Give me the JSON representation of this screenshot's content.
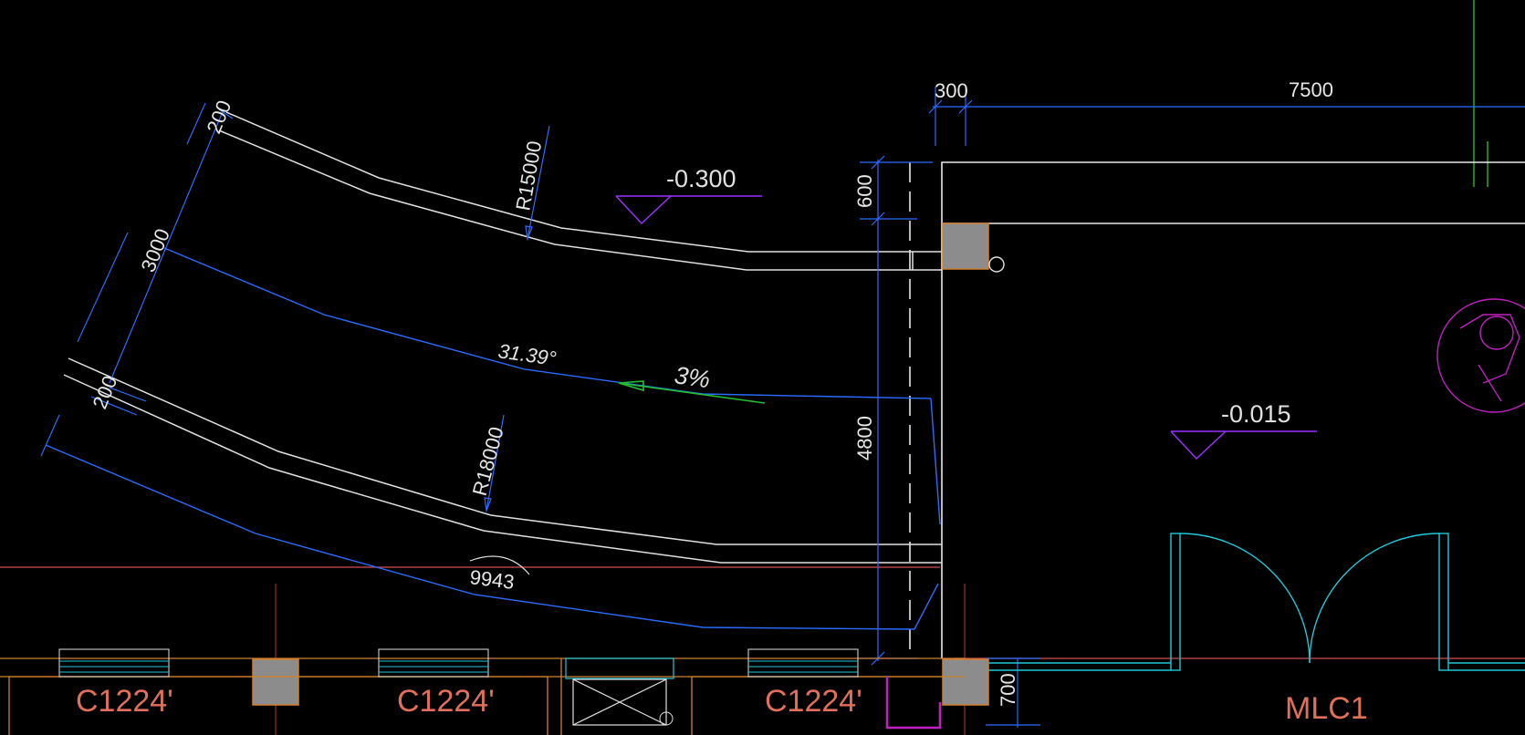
{
  "colors": {
    "background": "#000000",
    "wall": "#e8e8e8",
    "dimension": "#2a6cff",
    "column_fill": "#8c8c8c",
    "column_edge": "#d08030",
    "window_label": "#e0705a",
    "door": "#20c8d8",
    "slope_arrow": "#22c030",
    "axis_red": "#d05050",
    "axis_green": "#20b020",
    "symbol_magenta": "#c020c0",
    "level_marker": "#9b30ff"
  },
  "dimensions": {
    "top_left": "300",
    "top_main": "7500",
    "vertical_600": "600",
    "vertical_4800": "4800",
    "vertical_700": "700",
    "ramp_width": "3000",
    "ramp_edge_top": "200",
    "ramp_edge_bottom": "200",
    "radius_outer": "R15000",
    "radius_inner": "R18000",
    "arc_length": "9943",
    "angle": "31.39°"
  },
  "levels": {
    "ramp_level": "-0.300",
    "floor_level": "-0.015"
  },
  "slope": "3%",
  "windows": [
    "C1224'",
    "C1224'",
    "C1224'"
  ],
  "door_label": "MLC1"
}
